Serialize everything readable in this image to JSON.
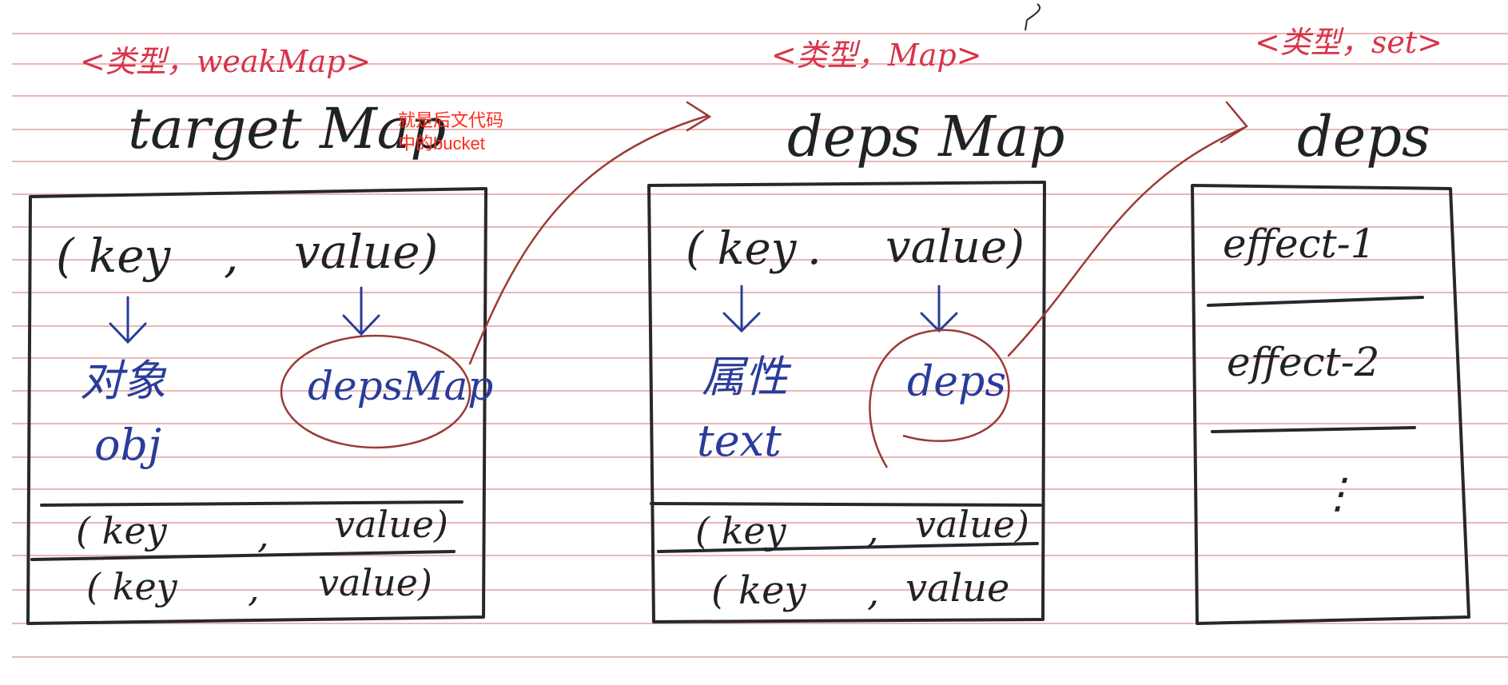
{
  "type_labels": {
    "target_map": "<类型，weakMap>",
    "deps_map": "<类型，Map>",
    "deps": "<类型，set>"
  },
  "titles": {
    "target_map": "target Map",
    "deps_map": "deps Map",
    "deps": "deps"
  },
  "note": "就是后文代码\n中的bucket",
  "target_map": {
    "header": {
      "key": "( key",
      "comma": ",",
      "value": "value)"
    },
    "key_desc": [
      "对象",
      "obj"
    ],
    "value_desc": "depsMap",
    "rows": [
      {
        "key": "( key",
        "comma": ",",
        "value": "value)"
      },
      {
        "key": "( key",
        "comma": ",",
        "value": "value)"
      }
    ]
  },
  "deps_map": {
    "header": {
      "key": "( key",
      "comma": ".",
      "value": "value)"
    },
    "key_desc": [
      "属性",
      "text"
    ],
    "value_desc": "deps",
    "rows": [
      {
        "key": "( key",
        "comma": ",",
        "value": "value)"
      },
      {
        "key": "( key",
        "comma": ",",
        "value": "value"
      }
    ]
  },
  "deps": {
    "items": [
      "effect-1",
      "effect-2",
      "⋮"
    ]
  },
  "colors": {
    "type_label": "#d8344a",
    "note": "#ff2a1a",
    "ink": "#1f2326",
    "blue_ink": "#2a3c9a",
    "arrow": "#9b3a36",
    "rule_line": "#e8b5b5"
  }
}
